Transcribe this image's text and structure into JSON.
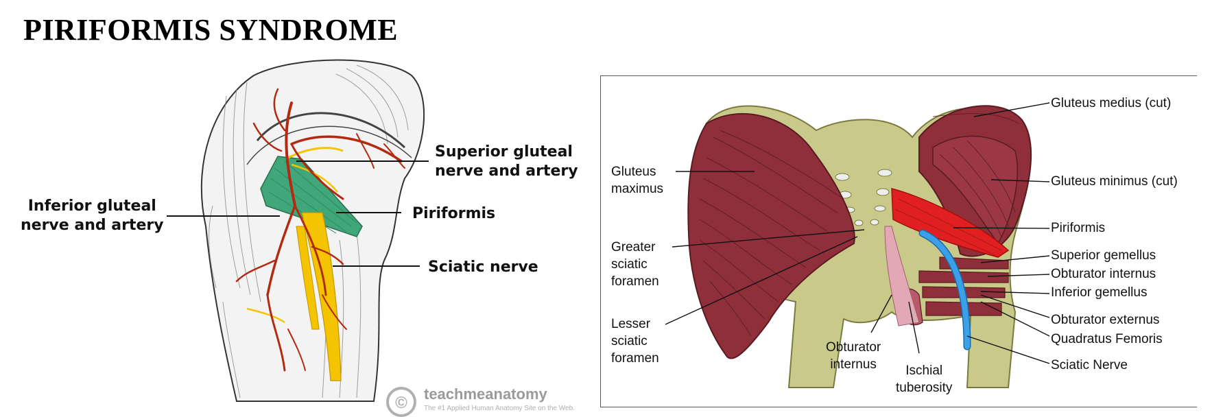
{
  "title": "PIRIFORMIS SYNDROME",
  "left_diagram": {
    "labels": {
      "superior_gluteal": [
        "Superior gluteal",
        "nerve and artery"
      ],
      "inferior_gluteal": [
        "Inferior gluteal",
        "nerve and artery"
      ],
      "piriformis": "Piriformis",
      "sciatic_nerve": "Sciatic nerve"
    },
    "watermark": {
      "brand": "teachmeanatomy",
      "tagline": "The #1 Applied Human Anatomy Site on the Web."
    },
    "colors": {
      "piriformis": "#3fa77a",
      "artery": "#b22a10",
      "nerve": "#f5c400"
    }
  },
  "right_diagram": {
    "labels_left": {
      "gluteus_maximus": [
        "Gluteus",
        "maximus"
      ],
      "greater_sciatic_foramen": [
        "Greater",
        "sciatic",
        "foramen"
      ],
      "lesser_sciatic_foramen": [
        "Lesser",
        "sciatic",
        "foramen"
      ]
    },
    "labels_bottom": {
      "obturator_internus": [
        "Obturator",
        "internus"
      ],
      "ischial_tuberosity": [
        "Ischial",
        "tuberosity"
      ]
    },
    "labels_right": [
      "Gluteus medius (cut)",
      "Gluteus minimus (cut)",
      "Piriformis",
      "Superior gemellus",
      "Obturator internus",
      "Inferior gemellus",
      "Obturator externus",
      "Quadratus Femoris",
      "Sciatic Nerve"
    ],
    "colors": {
      "muscle": "#8e2f3a",
      "bone": "#c9c98a",
      "piriformis": "#e02020",
      "sciatic_nerve": "#3aa0e8"
    }
  }
}
